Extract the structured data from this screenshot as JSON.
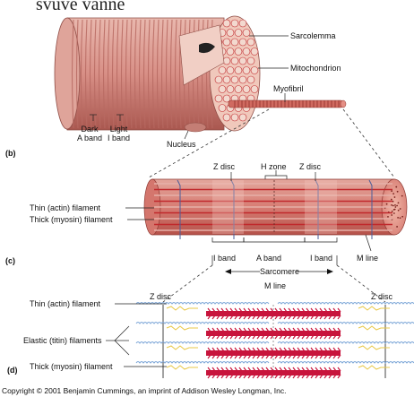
{
  "header_fragment": "svuve vanne",
  "panel_b": {
    "letter": "(b)",
    "labels": {
      "sarcolemma": "Sarcolemma",
      "mitochondrion": "Mitochondrion",
      "myofibril": "Myofibril",
      "dark_band": "Dark\nA band",
      "light_band": "Light\nI band",
      "nucleus": "Nucleus"
    }
  },
  "panel_c": {
    "letter": "(c)",
    "labels": {
      "z_disc_left": "Z disc",
      "h_zone": "H zone",
      "z_disc_right": "Z disc",
      "thin_filament": "Thin (actin) filament",
      "thick_filament": "Thick (myosin) filament",
      "i_band_left": "I band",
      "a_band": "A band",
      "i_band_right": "I band",
      "m_line": "M line",
      "sarcomere": "Sarcomere"
    }
  },
  "panel_d": {
    "letter": "(d)",
    "labels": {
      "m_line": "M line",
      "z_disc_left": "Z disc",
      "z_disc_right": "Z disc",
      "thin_filament": "Thin (actin) filament",
      "elastic_filaments": "Elastic (titin) filaments",
      "thick_filament": "Thick (myosin) filament"
    }
  },
  "copyright": "Copyright © 2001 Benjamin Cummings, an imprint of Addison Wesley Longman, Inc.",
  "colors": {
    "muscle_fill": "#d88f86",
    "muscle_dark": "#b8625a",
    "fibril_red": "#c0282c",
    "myosin": "#c8143c",
    "actin": "#7da7d8",
    "titin": "#e8c848"
  }
}
